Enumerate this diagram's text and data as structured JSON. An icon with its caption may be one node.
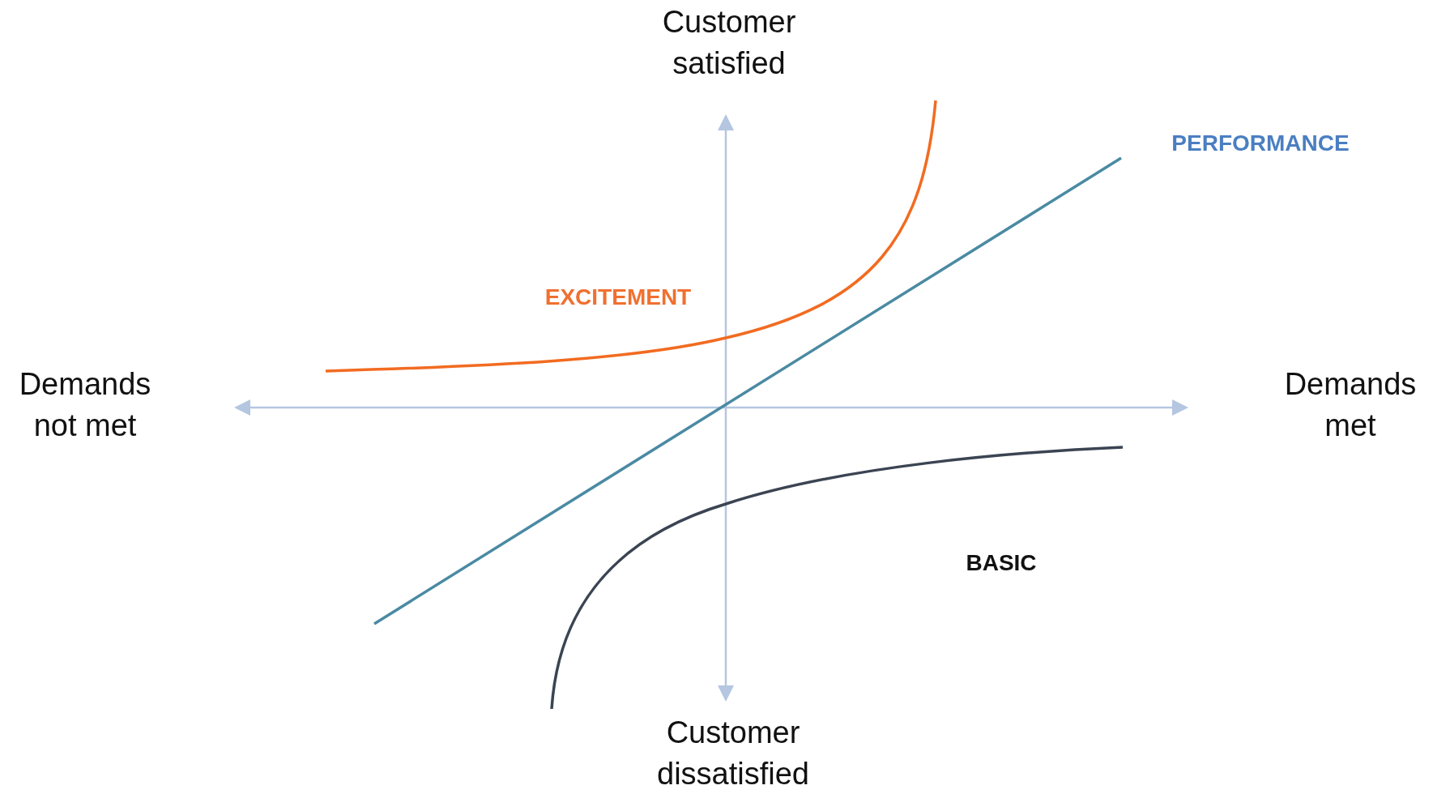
{
  "diagram": {
    "labels": [
      "Customer satisfied",
      "PERFORMANCE",
      "EXCITEMENT",
      "Demands not met",
      "Demands met",
      "BASIC",
      "Customer dissatisfied"
    ]
  }
}
